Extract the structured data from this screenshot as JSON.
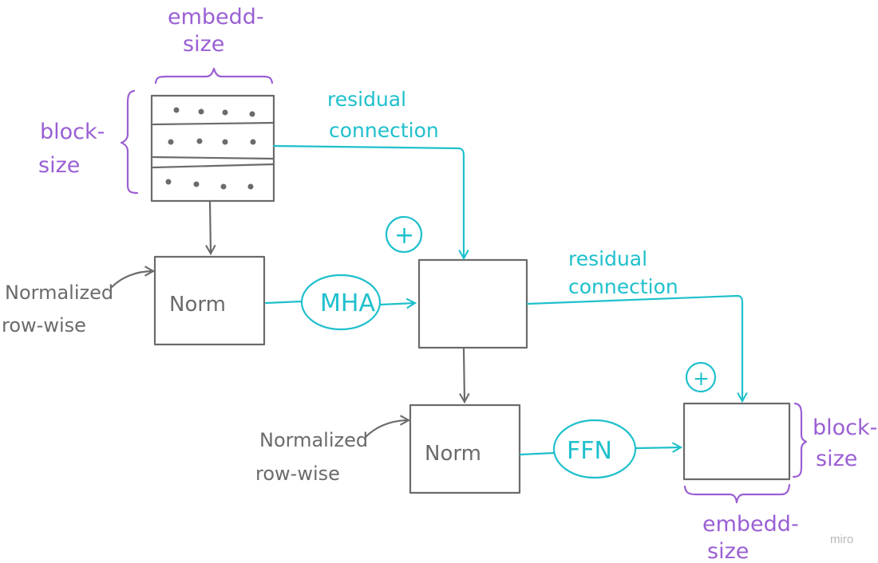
{
  "labels": {
    "embedd_top_1": "embedd-",
    "embedd_top_2": "size",
    "block_left_1": "block-",
    "block_left_2": "size",
    "residual1_1": "residual",
    "residual1_2": "connection",
    "residual2_1": "residual",
    "residual2_2": "connection",
    "norm1": "Norm",
    "norm2": "Norm",
    "mha": "MHA",
    "ffn": "FFN",
    "normalized1_1": "Normalized",
    "normalized1_2": "row-wise",
    "normalized2_1": "Normalized",
    "normalized2_2": "row-wise",
    "block_right_1": "block-",
    "block_right_2": "size",
    "embedd_bottom_1": "embedd-",
    "embedd_bottom_2": "size",
    "plus1": "+",
    "plus2": "+",
    "watermark": "miro"
  },
  "colors": {
    "gray": "#6b6b6b",
    "teal": "#1fc0cc",
    "purple": "#9a5fd4"
  }
}
